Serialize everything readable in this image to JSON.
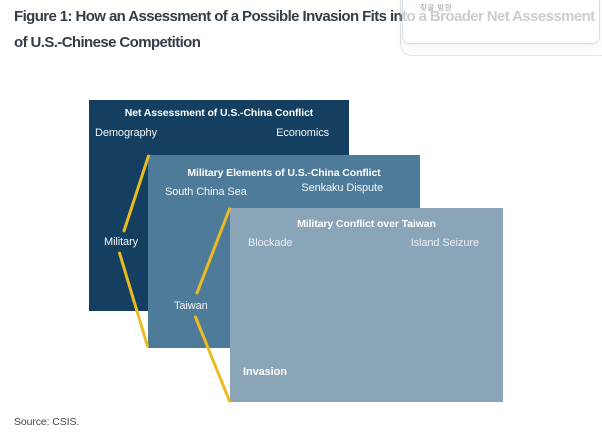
{
  "figure": {
    "title": "Figure 1: How an Assessment of a Possible Invasion Fits into a Broader Net Assessment of U.S.-Chinese Competition",
    "source": "Source: CSIS."
  },
  "overlay_tooltip": {
    "text": "찾을 방향"
  },
  "diagram": {
    "connector_color": "#ebbc22",
    "boxes": [
      {
        "title": "Net Assessment of U.S.-China Conflict",
        "color": "#143f61",
        "labels": {
          "top_left": "Demography",
          "top_right": "Economics",
          "highlighted": "Military"
        }
      },
      {
        "title": "Military Elements of U.S.-China Conflict",
        "color": "#4e7b99",
        "labels": {
          "top_left": "South China Sea",
          "top_right": "Senkaku Dispute",
          "highlighted": "Taiwan"
        }
      },
      {
        "title": "Military Conflict over Taiwan",
        "color": "#8aa5b8",
        "labels": {
          "top_left": "Blockade",
          "top_right": "Island Seizure",
          "highlighted": "Invasion"
        }
      }
    ]
  }
}
